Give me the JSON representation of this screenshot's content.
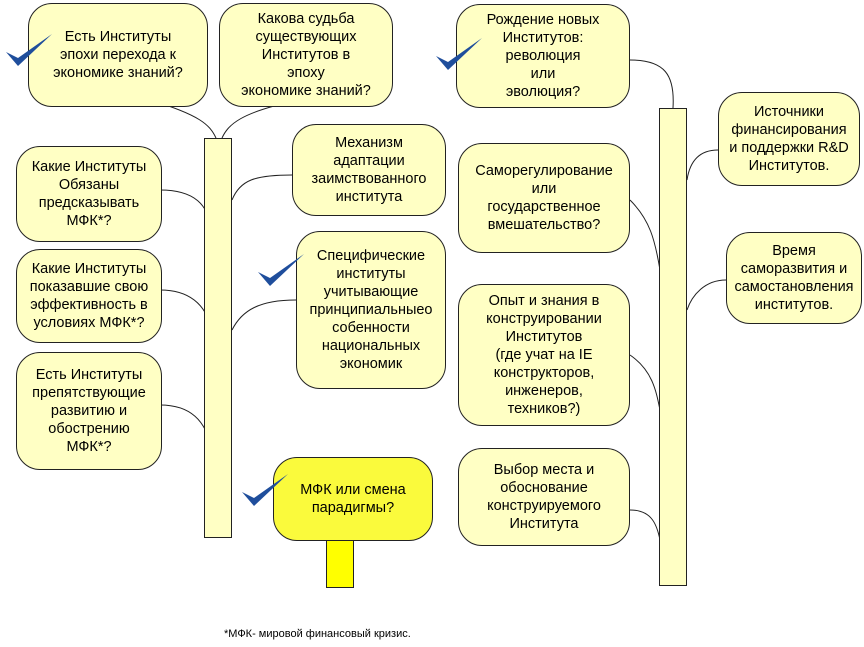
{
  "left_column": {
    "top_nodes": [
      {
        "id": "n1",
        "text": "Есть Институты\nэпохи перехода к\nэкономике знаний?",
        "checked": true
      },
      {
        "id": "n2",
        "text": "Какова судьба\nсуществующих\nИнститутов в\nэпоху\nэкономике знаний?",
        "checked": false
      }
    ],
    "left_nodes": [
      {
        "id": "n3",
        "text": "Какие Институты\nОбязаны\nпредсказывать\nМФК*?",
        "checked": false
      },
      {
        "id": "n4",
        "text": "Какие Институты\nпоказавшие свою\nэффективность в\nусловиях МФК*?",
        "checked": false
      },
      {
        "id": "n5",
        "text": "Есть Институты\nпрепятствующие\nразвитию и\nобострению\nМФК*?",
        "checked": false
      }
    ],
    "right_nodes": [
      {
        "id": "n6",
        "text": "Механизм\nадаптации\nзаимствованного\nинститута",
        "checked": false
      },
      {
        "id": "n7",
        "text": "Специфические\nинституты\nучитывающие\nпринципиальныео\nсобенности\nнациональных\nэкономик",
        "checked": true
      }
    ],
    "root": {
      "id": "n8",
      "text": "МФК или смена\nпарадигмы?",
      "checked": true
    }
  },
  "right_column": {
    "left_nodes": [
      {
        "id": "n9",
        "text": "Рождение новых\nИнститутов:\nреволюция\nили\nэволюция?",
        "checked": true
      },
      {
        "id": "n10",
        "text": "Саморегулирование\nили\nгосударственное\nвмешательство?",
        "checked": false
      },
      {
        "id": "n11",
        "text": "Опыт и знания в\nконструировании\nИнститутов\n(где учат на IE\nконструкторов,\nинженеров,\nтехников?)",
        "checked": false
      },
      {
        "id": "n12",
        "text": "Выбор места и\nобоснование\nконструируемого\nИнститута",
        "checked": false
      }
    ],
    "right_nodes": [
      {
        "id": "n13",
        "text": "Источники\nфинансирования\nи поддержки R&D\nИнститутов.",
        "checked": false
      },
      {
        "id": "n14",
        "text": "Время\nсаморазвития и\nсамостановления\nинститутов.",
        "checked": false
      }
    ]
  },
  "footnote": "*МФК- мировой финансовый кризис.",
  "colors": {
    "node_fill": "#ffffc4",
    "root_fill": "#fafa3c",
    "root_stem_fill": "#ffff00",
    "border": "#222222",
    "check_mark": "#1f4e9c"
  }
}
